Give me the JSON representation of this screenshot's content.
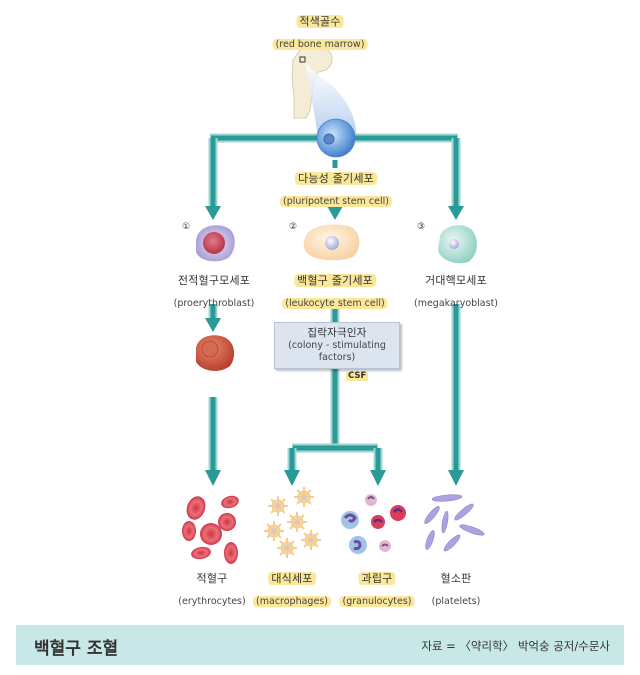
{
  "diagram": {
    "source_node": {
      "ko": "적색골수",
      "en": "(red bone marrow)"
    },
    "stem_cell": {
      "ko": "다능성 줄기세포",
      "en": "(pluripotent stem cell)"
    },
    "branches": [
      {
        "number": "①",
        "ko": "전적혈구모세포",
        "en": "(proerythroblast)",
        "highlighted": false
      },
      {
        "number": "②",
        "ko": "백혈구 줄기세포",
        "en": "(leukocyte stem cell)",
        "highlighted": true
      },
      {
        "number": "③",
        "ko": "거대핵모세포",
        "en": "(megakaryoblast)",
        "highlighted": false
      }
    ],
    "factor_box": {
      "ko": "집락자극인자",
      "en_line1": "(colony - stimulating",
      "en_line2": "factors)",
      "tag": "CSF"
    },
    "outputs": [
      {
        "ko": "적혈구",
        "en": "(erythrocytes)",
        "highlighted": false
      },
      {
        "ko": "대식세포",
        "en": "(macrophages)",
        "highlighted": true
      },
      {
        "ko": "과립구",
        "en": "(granulocytes)",
        "highlighted": true
      },
      {
        "ko": "혈소판",
        "en": "(platelets)",
        "highlighted": false
      }
    ],
    "colors": {
      "arrow": "#2a9a98",
      "arrow_light": "#9fd6d2",
      "highlight": "#fbe79a",
      "footer_bg": "#c8e8e8",
      "factor_box": "#dbe4ef"
    }
  },
  "footer": {
    "title": "백혈구 조혈",
    "source": "자료 = 〈약리학〉 박억숭 공저/수문사"
  }
}
